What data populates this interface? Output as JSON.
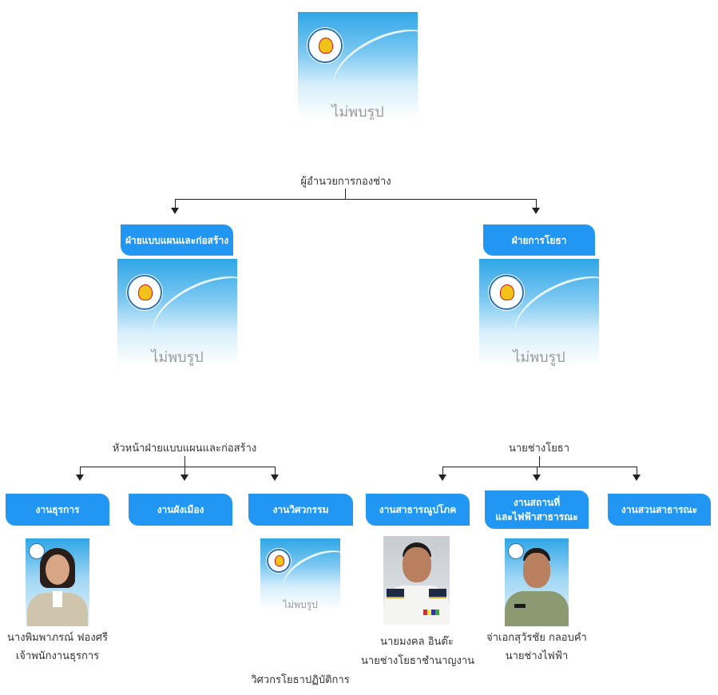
{
  "placeholder_text": "ไม่พบรูป",
  "top": {
    "title": "ผู้อำนวยการกองช่าง"
  },
  "divisions": {
    "design": {
      "button": "ฝ่ายแบบแผนและก่อสร้าง",
      "head": "หัวหน้าฝ่ายแบบแผนและก่อสร้าง"
    },
    "works": {
      "button": "ฝ่ายการโยธา",
      "head": "นายช่างโยธา"
    }
  },
  "units": [
    {
      "label": "งานธุรการ"
    },
    {
      "label": "งานผังเมือง"
    },
    {
      "label": "งานวิศวกรรม"
    },
    {
      "label": "งานสาธารณูปโภค"
    },
    {
      "label": "งานสถานที่\nและไฟฟ้าสาธารณะ"
    },
    {
      "label": "งานสวนสาธารณะ"
    }
  ],
  "staff": [
    {
      "name": "นางพิมพาภรณ์ ฟองศรี",
      "position": "เจ้าพนักงานธุรการ"
    },
    {
      "name": "",
      "position": "วิศวกรโยธาปฏิบัติการ"
    },
    {
      "name": "นายมงคล  อินต๊ะ",
      "position": "นายช่างโยธาชำนาญงาน"
    },
    {
      "name": "จ่าเอกสุวัรชัย กลอบคำ",
      "position": "นายช่างไฟฟ้า"
    }
  ],
  "colors": {
    "button": "#2196f3",
    "line": "#222222"
  }
}
